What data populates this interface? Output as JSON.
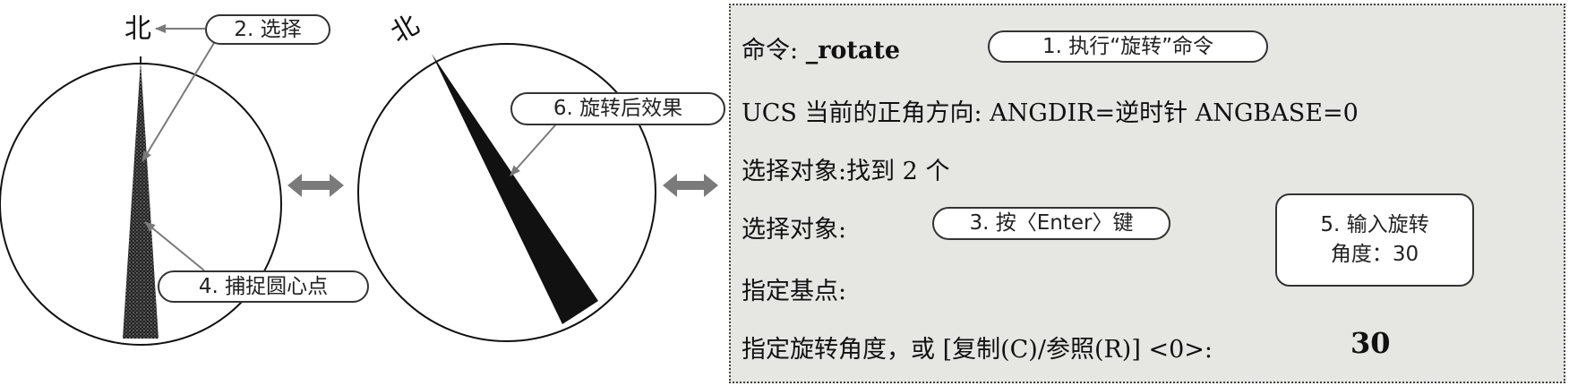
{
  "colors": {
    "panel_background": "#e6e6e3",
    "arrow_gray": "#7a7a7a",
    "needle": "#111111",
    "callout_border": "#333333"
  },
  "compass_left": {
    "north_label": "北"
  },
  "compass_right": {
    "north_label": "北"
  },
  "callouts": {
    "step1": "1. 执行“旋转”命令",
    "step2": "2. 选择",
    "step3": "3. 按〈Enter〉键",
    "step4": "4. 捕捉圆心点",
    "step5_line1": "5. 输入旋转",
    "step5_line2": "角度：30",
    "step6": "6. 旋转后效果"
  },
  "command_panel": {
    "line1_prefix": "命令: ",
    "line1_command": "_rotate",
    "line2": "UCS 当前的正角方向:   ANGDIR=逆时针    ANGBASE=0",
    "line3": "选择对象:找到 2 个",
    "line4": "选择对象:",
    "line5": "指定基点:",
    "line6": "指定旋转角度，或 [复制(C)/参照(R)] <0>:",
    "answer": "30"
  }
}
